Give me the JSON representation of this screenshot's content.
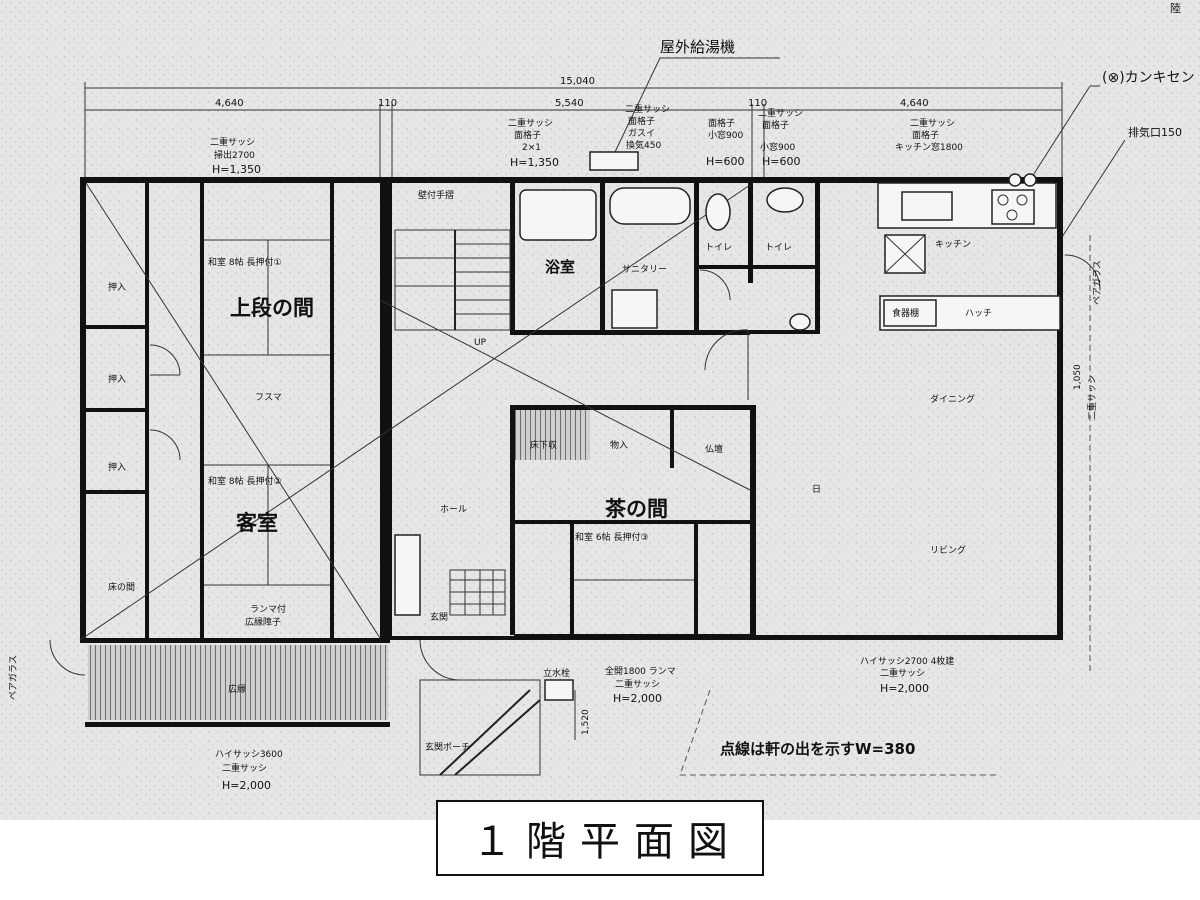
{
  "caption": "１階平面図",
  "header": {
    "outdoor_water_heater": "屋外給湯機"
  },
  "dimensions": {
    "total": "15,040",
    "left": "4,640",
    "gap_left": "110",
    "middle": "5,540",
    "gap_right": "110",
    "right": "4,640",
    "vertical_right": "1,050"
  },
  "rooms": {
    "upper_room": "上段の間",
    "guest_room": "客室",
    "tea_room": "茶の間",
    "bath": "浴室",
    "toilet_1": "トイレ",
    "toilet_2": "トイレ",
    "sanitary": "サニタリー",
    "kitchen": "キッチン",
    "hatch": "ハッチ",
    "cupboard": "食器棚",
    "dining": "ダイニング",
    "living": "リビング",
    "hall": "ホール",
    "entrance": "玄関",
    "butsuma": "仏壇",
    "veranda": "広縁",
    "storage_1": "押入",
    "storage_2": "押入",
    "storage_3": "押入",
    "tokonoma": "床の間",
    "fusuma": "フスマ",
    "up": "UP",
    "built_in_handrail": "壁付手摺",
    "downstairs_storage": "床下収",
    "pantry": "物入",
    "garden_label": "日"
  },
  "room_specs": {
    "upper_room_spec": "和室 8帖 長押付①",
    "guest_room_spec": "和室 8帖 長押付②",
    "tea_room_spec": "和室 6帖 長押付③",
    "ranma": "ランマ付",
    "ranma_sub": "広縁障子"
  },
  "window_notes": {
    "top_left": [
      "二重サッシ",
      "掃出2700",
      "H=1,350"
    ],
    "top_bath": [
      "二重サッシ",
      "面格子",
      "2×1",
      "H=1,350"
    ],
    "top_mid": [
      "二重サッシ",
      "面格子",
      "ガスイ",
      "換気450"
    ],
    "top_toilet": [
      "面格子",
      "小窓900",
      "H=600"
    ],
    "top_toilet2": [
      "二重サッシ",
      "面格子",
      "小窓900",
      "H=600"
    ],
    "top_kitchen": [
      "二重サッシ",
      "面格子",
      "キッチン窓1800"
    ],
    "bottom_left": [
      "ハイサッシ3600",
      "二重サッシ",
      "H=2,000"
    ],
    "bottom_mid": [
      "全開1800 ランマ",
      "二重サッシ",
      "H=2,000"
    ],
    "bottom_right": [
      "ハイサッシ2700 4枚建",
      "二重サッシ",
      "H=2,000"
    ],
    "right_side": [
      "1,050",
      "二重サッシ"
    ]
  },
  "annotations": {
    "kankisen": "(⊗)カンキセン",
    "exhaust": "排気口150",
    "eave_note": "点線は軒の出を示すW=380",
    "fixed_glass_left": "ペアガラス",
    "fixed_glass_right": "ペアガラス",
    "entrance_porch": "玄関ポーチ",
    "water_tap": "立水栓",
    "porch_dim": "1,520",
    "corner_mark": "陸"
  }
}
